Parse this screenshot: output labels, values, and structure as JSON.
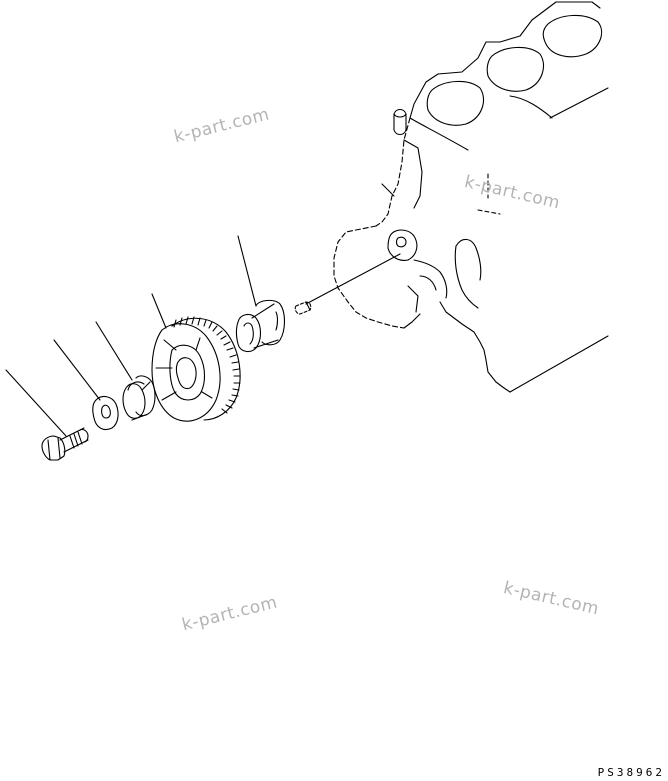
{
  "watermarks": [
    "k-part.com",
    "k-part.com",
    "k-part.com",
    "k-part.com"
  ],
  "drawing_code": "PS38962",
  "colors": {
    "line": "#000000",
    "background": "#ffffff",
    "watermark": "#b4b4b4"
  }
}
